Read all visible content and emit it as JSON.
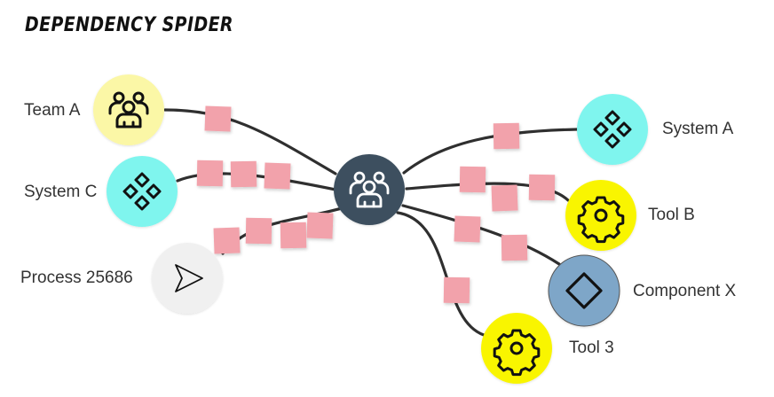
{
  "title": "DEPENDENCY SPIDER",
  "colors": {
    "center": "#3c4f5e",
    "yellow_light": "#fbf7a6",
    "cyan": "#7ff5ee",
    "gray": "#f0f0f0",
    "yellow": "#f9f500",
    "blue": "#7ea6c8",
    "sticky": "#f2a2ab",
    "line": "#2f2f2f"
  },
  "center": {
    "name": "center-node",
    "icon": "team-icon"
  },
  "nodes": {
    "team_a": {
      "label": "Team A",
      "icon": "team-icon"
    },
    "system_c": {
      "label": "System C",
      "icon": "diamonds-icon"
    },
    "process": {
      "label": "Process 25686",
      "icon": "arrow-pointer-icon"
    },
    "system_a": {
      "label": "System A",
      "icon": "diamonds-icon"
    },
    "tool_b": {
      "label": "Tool B",
      "icon": "gear-icon"
    },
    "component_x": {
      "label": "Component X",
      "icon": "diamond-icon"
    },
    "tool_3": {
      "label": "Tool 3",
      "icon": "gear-icon"
    }
  }
}
